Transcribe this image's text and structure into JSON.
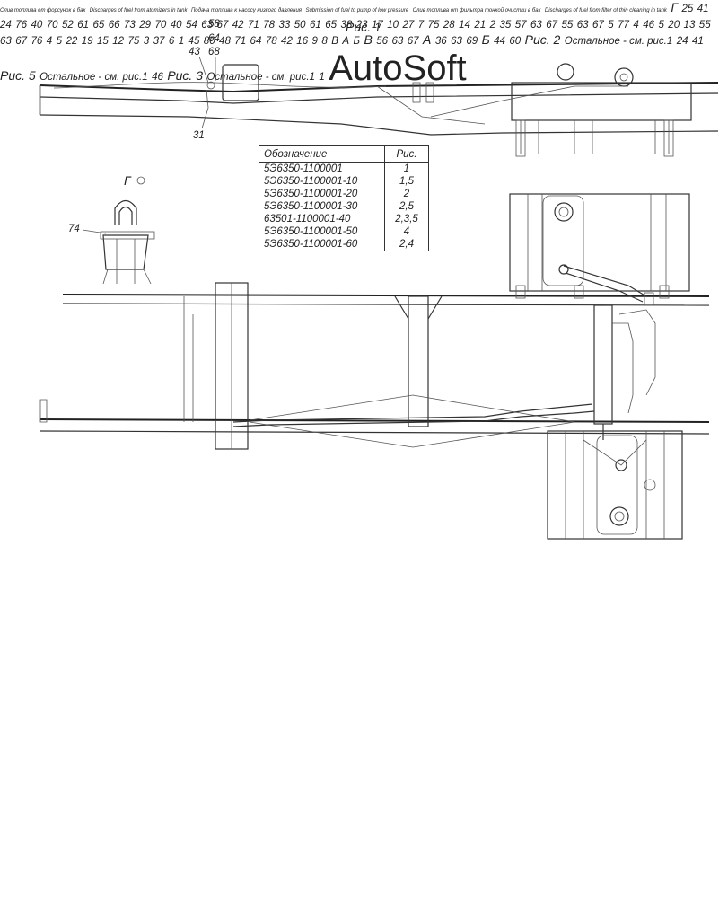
{
  "figure_titles": {
    "fig1": "Рис. 1",
    "fig2": "Рис. 2",
    "fig3": "Рис. 3",
    "fig5": "Рис. 5",
    "rest_note": "Остальное - см. рис.1",
    "rest_note_3": "Остальное - см. рис.1"
  },
  "table": {
    "header": [
      "Обозначение",
      "Рис."
    ],
    "rows": [
      [
        "5Э6350-1100001",
        "1"
      ],
      [
        "5Э6350-1100001-10",
        "1,5"
      ],
      [
        "5Э6350-1100001-20",
        "2"
      ],
      [
        "5Э6350-1100001-30",
        "2,5"
      ],
      [
        "63501-1100001-40",
        "2,3,5"
      ],
      [
        "5Э6350-1100001-50",
        "4"
      ],
      [
        "5Э6350-1100001-60",
        "2,4"
      ]
    ]
  },
  "view_labels": {
    "g": "Г",
    "v": "В",
    "a": "А",
    "b": "Б"
  },
  "annotations": {
    "drain_ru": "Слив топлива от форсунок в бак",
    "drain_en": "Discharges of fuel from atomizers in tank",
    "feed_ru": "Подача топлива к насосу низкого давления",
    "feed_en": "Submission of fuel to pump of low pressure",
    "filter_ru": "Слив топлива от фильтра тонкой очистки в бак",
    "filter_en": "Discharges of fuel from filter of thin cleaning in tank"
  },
  "callouts": {
    "c58": "58",
    "c64": "64",
    "c68": "68",
    "c43": "43",
    "c31": "31",
    "c74": "74",
    "c7": "7",
    "c75": "75",
    "c28": "28",
    "c14": "14",
    "c21": "21",
    "c2": "2",
    "c35": "35",
    "c57": "57",
    "c63": "63",
    "c67": "67",
    "c55": "55",
    "c5a": "5",
    "c77": "77",
    "c4": "4",
    "c46": "46",
    "c5b": "5",
    "c55b": "55",
    "c63b": "63",
    "c67b": "67",
    "c25": "25",
    "c41": "41",
    "c24": "24",
    "c76": "76",
    "c33": "33",
    "c50": "50",
    "c61": "61",
    "c65": "65",
    "c27": "27",
    "c20": "20",
    "c13": "13",
    "c55c": "55",
    "c63c": "63",
    "c67c": "67",
    "c23": "23",
    "c17": "17",
    "c4b": "4",
    "c76b": "76",
    "c40": "40",
    "c70": "70",
    "c52": "52",
    "c61b": "61",
    "c65b": "65",
    "c66": "66",
    "c73": "73",
    "c29": "29",
    "c10": "10",
    "c38": "38",
    "c70b": "70",
    "c40b": "40",
    "c54": "54",
    "c63d": "63",
    "c67d": "67",
    "c42": "42",
    "c71": "71",
    "c78": "78",
    "c48": "48",
    "c71b": "71",
    "c64b": "64",
    "c78b": "78",
    "c42b": "42",
    "c5c": "5",
    "c22": "22",
    "c19": "19",
    "c15": "15",
    "c12": "12",
    "c75b": "75",
    "c16": "16",
    "c9": "9",
    "c8": "8",
    "c3": "3",
    "c37": "37",
    "c6": "6",
    "c1": "1",
    "c45": "45",
    "c80": "80",
    "c56": "56",
    "c63e": "63",
    "c67e": "67",
    "c36": "36",
    "c63f": "63",
    "c69": "69",
    "c44": "44",
    "c60": "60",
    "arrowB": "В",
    "arrowA": "А",
    "arrowBb": "Б",
    "c41b": "41",
    "c24b": "24",
    "c46b": "46",
    "c1b": "1"
  },
  "watermark": "AutoSoft"
}
